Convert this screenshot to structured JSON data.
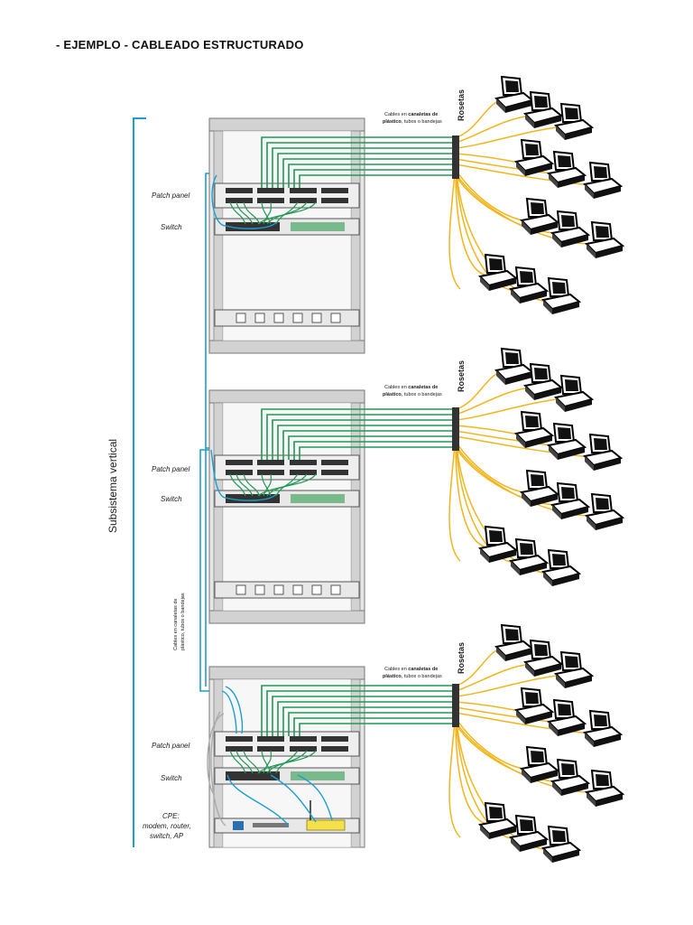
{
  "title": "- EJEMPLO -  CABLEADO ESTRUCTURADO",
  "vertical_label": "Subsistema vertical",
  "vertical_cables_line1": "Cables en canaletas de",
  "vertical_cables_line2": "plástico, tubos o bandejas",
  "colors": {
    "backbone": "#1a9fd0",
    "horizontal_cable": "#1f9a55",
    "user_cable": "#f2b51c",
    "rack": "#d9d9d9",
    "rack_border": "#777777"
  },
  "racks": [
    {
      "patch_label": "Patch panel",
      "switch_label": "Switch",
      "rosetas_label": "Rosetas",
      "cables_line1_a": "Cables en ",
      "cables_line1_b": "canaletas de",
      "cables_line2_a": "plástico",
      "cables_line2_b": ", tubos o bandejas"
    },
    {
      "patch_label": "Patch panel",
      "switch_label": "Switch",
      "rosetas_label": "Rosetas",
      "cables_line1_a": "Cables en ",
      "cables_line1_b": "canaletas de",
      "cables_line2_a": "plástico",
      "cables_line2_b": ", tubos o bandejas"
    },
    {
      "patch_label": "Patch panel",
      "switch_label": "Switch",
      "rosetas_label": "Rosetas",
      "cables_line1_a": "Cables en ",
      "cables_line1_b": "canaletas de",
      "cables_line2_a": "plástico",
      "cables_line2_b": ", tubos o bandejas",
      "cpe_line1": "CPE:",
      "cpe_line2": "modem, router,",
      "cpe_line3": "switch, AP"
    }
  ]
}
